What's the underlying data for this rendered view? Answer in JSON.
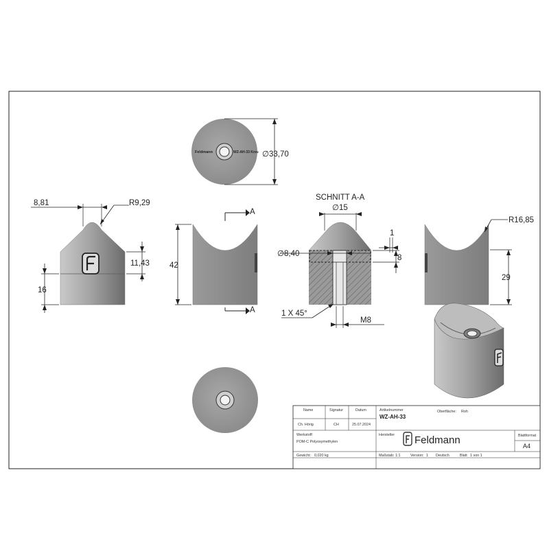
{
  "views": {
    "top": {
      "brand": "Feldmann",
      "part_mark": "WZ-AH-33 Kreu",
      "diameter": "∅33,70"
    },
    "front": {
      "dim_width": "8,81",
      "dim_radius": "R9,29",
      "dim_logo_height": "11,43",
      "dim_bottom": "16"
    },
    "side": {
      "dim_height": "42",
      "cut_label": "A"
    },
    "section": {
      "title": "SCHNITT A-A",
      "dim_top_dia": "∅15",
      "dim_bore": "∅8,40",
      "dim_chamfer_w": "1",
      "dim_depth": "8",
      "dim_chamfer": "1 X 45°",
      "dim_thread": "M8"
    },
    "right": {
      "dim_radius": "R16,85",
      "dim_height": "29"
    }
  },
  "title_block": {
    "labels": {
      "name": "Name",
      "signature": "Signatur",
      "date": "Datum",
      "article": "Artikelnummer",
      "surface": "Oberfläche:",
      "material": "Werkstoff:",
      "maker": "Hersteller",
      "format": "Blattformat",
      "weight": "Gewicht:",
      "scale": "Maßstab:",
      "version": "Version:",
      "sheet": "Blatt"
    },
    "values": {
      "name": "Ch. Hörig",
      "signature": "CH",
      "date": "25.07.2024",
      "article": "WZ-AH-33",
      "surface": "Roh",
      "material": "POM-C Polyoxymethylen",
      "brand": "Feldmann",
      "format": "A4",
      "weight": "0,020 kg",
      "scale": "1:1",
      "version": "1",
      "language": "Deutsch",
      "sheet": "1 von 1"
    }
  },
  "colors": {
    "line": "#222222",
    "part_fill": "#8a8a8a",
    "brand": "#333333"
  }
}
